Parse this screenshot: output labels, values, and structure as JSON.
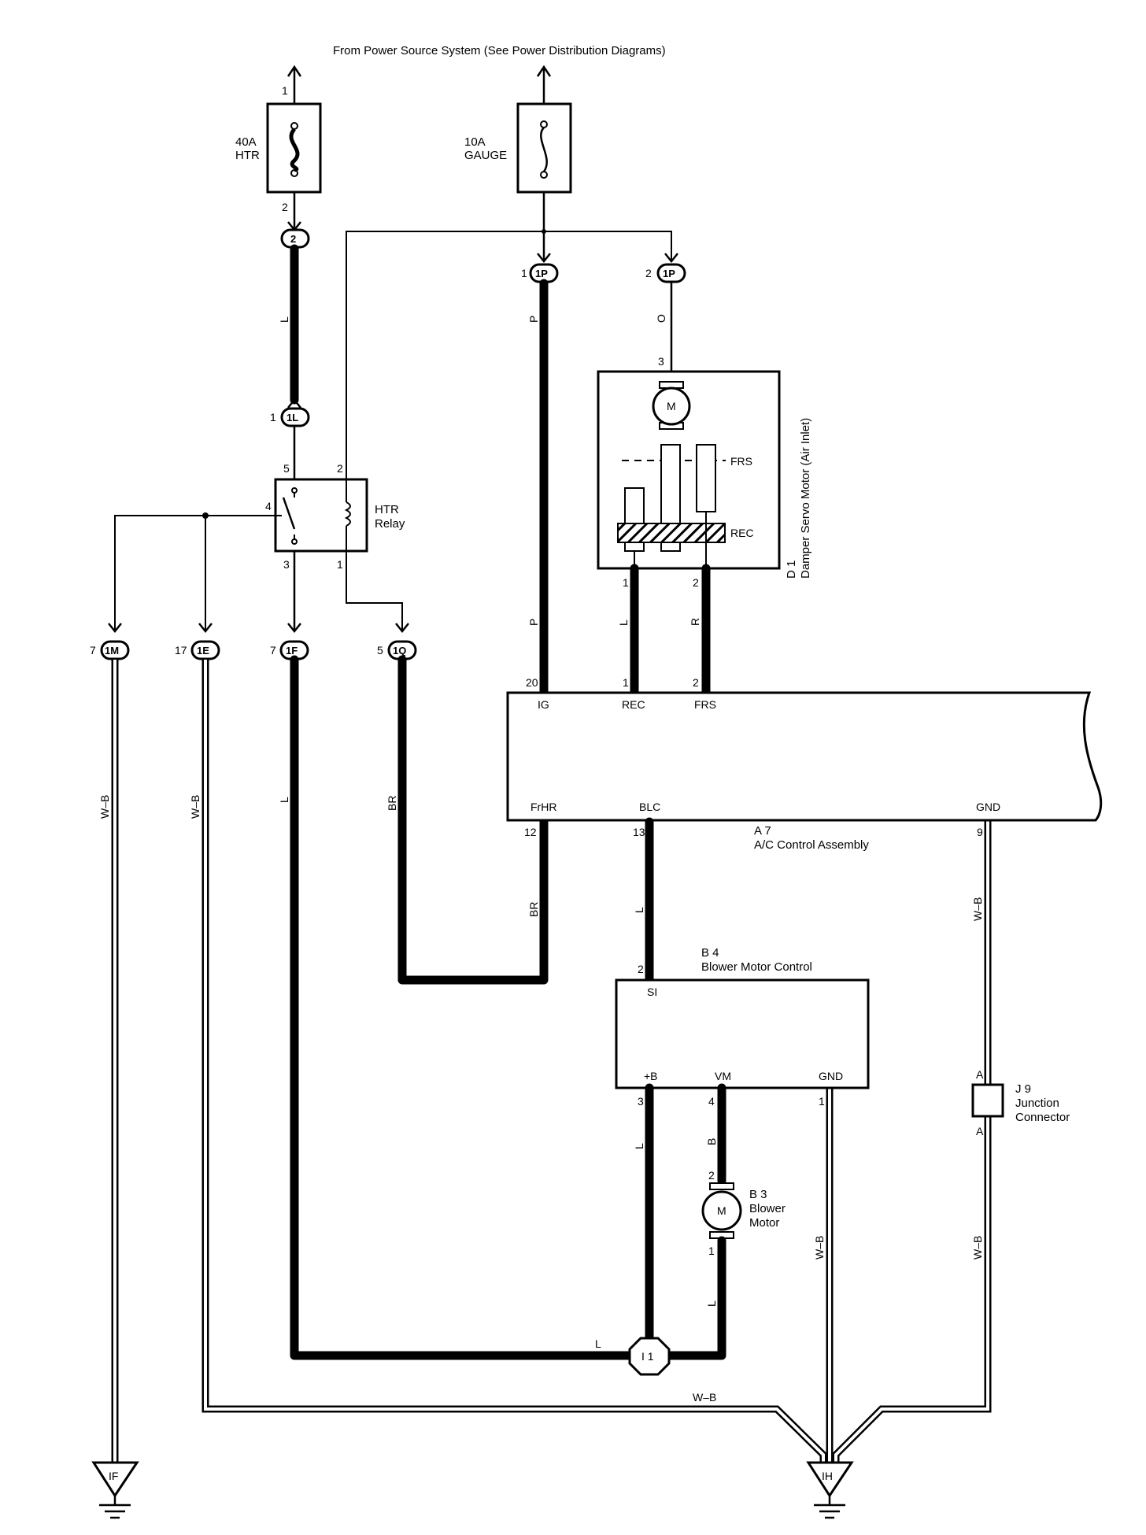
{
  "header": {
    "source_note": "From Power Source System (See Power Distribution Diagrams)"
  },
  "fuses": {
    "htr": {
      "rating": "40A",
      "name": "HTR",
      "pin_top": "1",
      "pin_bottom": "2"
    },
    "gauge": {
      "rating": "10A",
      "name": "GAUGE"
    }
  },
  "connectors": {
    "c2": {
      "label": "2"
    },
    "c1p_a": {
      "label": "1P",
      "pin": "1"
    },
    "c1p_b": {
      "label": "1P",
      "pin": "2"
    },
    "c1l": {
      "label": "1L",
      "pin": "1"
    },
    "c1m": {
      "label": "1M",
      "pin": "7"
    },
    "c1e": {
      "label": "1E",
      "pin": "17"
    },
    "c1f": {
      "label": "1F",
      "pin": "7"
    },
    "c1q": {
      "label": "1Q",
      "pin": "5"
    },
    "i1": {
      "label": "I 1"
    }
  },
  "relay": {
    "name_line1": "HTR",
    "name_line2": "Relay",
    "pin5": "5",
    "pin2": "2",
    "pin4": "4",
    "pin3": "3",
    "pin1": "1"
  },
  "damper": {
    "code": "D 1",
    "name": "Damper Servo Motor (Air Inlet)",
    "motor": "M",
    "pin3": "3",
    "frs": "FRS",
    "rec": "REC",
    "pin1": "1",
    "pin2": "2"
  },
  "ac_control": {
    "code": "A 7",
    "name": "A/C Control Assembly",
    "terminals": {
      "ig": "IG",
      "ig_pin": "20",
      "rec": "REC",
      "rec_pin": "1",
      "frs": "FRS",
      "frs_pin": "2",
      "frhr": "FrHR",
      "frhr_pin": "12",
      "blc": "BLC",
      "blc_pin": "13",
      "gnd": "GND",
      "gnd_pin": "9"
    }
  },
  "blower_control": {
    "code": "B 4",
    "name": "Blower Motor Control",
    "si": "SI",
    "si_pin": "2",
    "plus_b": "+B",
    "plus_b_pin": "3",
    "vm": "VM",
    "vm_pin": "4",
    "gnd": "GND",
    "gnd_pin": "1"
  },
  "blower_motor": {
    "code": "B 3",
    "name_line1": "Blower",
    "name_line2": "Motor",
    "motor": "M",
    "pin2": "2",
    "pin1": "1"
  },
  "junction": {
    "code": "J 9",
    "name_line1": "Junction",
    "name_line2": "Connector",
    "pin_top": "A",
    "pin_bottom": "A"
  },
  "wires": {
    "l_top": "L",
    "p_upper": "P",
    "o_upper": "O",
    "p_lower": "P",
    "l_damper": "L",
    "r_damper": "R",
    "wb_1m": "W–B",
    "wb_1e": "W–B",
    "l_1f": "L",
    "br_1q": "BR",
    "br_frhr": "BR",
    "l_blc": "L",
    "wb_gnd": "W–B",
    "l_plusb": "L",
    "b_vm": "B",
    "l_motor": "L",
    "wb_b4gnd": "W–B",
    "wb_j9": "W–B",
    "l_bottom": "L",
    "wb_bottom": "W–B"
  },
  "grounds": {
    "left": "IF",
    "right": "IH"
  }
}
